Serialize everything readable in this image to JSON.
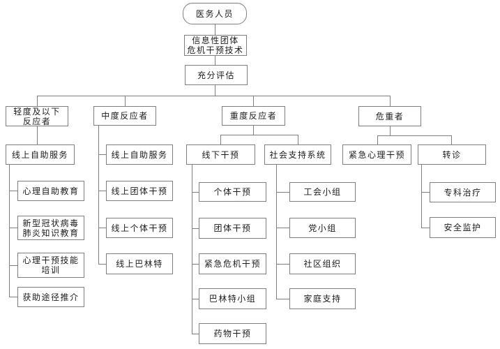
{
  "flowchart": {
    "top_chain": [
      {
        "label": "医务人员"
      },
      {
        "label": "信息性团体\n危机干预技术"
      },
      {
        "label": "充分评估"
      }
    ],
    "levels": [
      {
        "label": "轻度及以下\n反应者",
        "children": [
          {
            "label": "线上自助服务",
            "children": [
              {
                "label": "心理自助教育"
              },
              {
                "label": "新型冠状病毒\n肺炎知识教育"
              },
              {
                "label": "心理干预技能\n培训"
              },
              {
                "label": "获助途径推介"
              }
            ]
          }
        ]
      },
      {
        "label": "中度反应者",
        "children": [
          {
            "label": "线上自助服务"
          },
          {
            "label": "线上团体干预"
          },
          {
            "label": "线上个体干预"
          },
          {
            "label": "线上巴林特"
          }
        ]
      },
      {
        "label": "重度反应者",
        "children": [
          {
            "label": "线下干预",
            "children": [
              {
                "label": "个体干预"
              },
              {
                "label": "团体干预"
              },
              {
                "label": "紧急危机干预"
              },
              {
                "label": "巴林特小组"
              },
              {
                "label": "药物干预"
              }
            ]
          },
          {
            "label": "社会支持系统",
            "children": [
              {
                "label": "工会小组"
              },
              {
                "label": "党小组"
              },
              {
                "label": "社区组织"
              },
              {
                "label": "家庭支持"
              }
            ]
          }
        ]
      },
      {
        "label": "危重者",
        "children": [
          {
            "label": "紧急心理干预"
          },
          {
            "label": "转诊",
            "children": [
              {
                "label": "专科治疗"
              },
              {
                "label": "安全监护"
              }
            ]
          }
        ]
      }
    ],
    "colors": {
      "line": "#7f7f7f",
      "box_border": "#7f7f7f",
      "box_fill": "#ffffff",
      "text": "#1c1c1c",
      "background": "#ffffff"
    }
  }
}
